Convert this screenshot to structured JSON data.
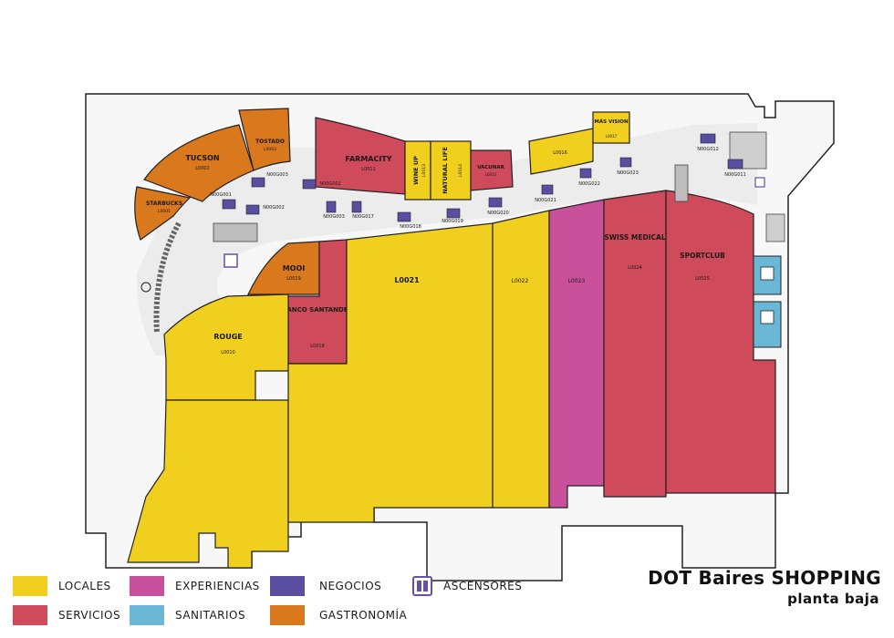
{
  "colors": {
    "locales": "#f0cf1e",
    "servicios": "#cf4a5a",
    "experiencias": "#c9509a",
    "sanitarios": "#6ab8d6",
    "negocios": "#5a4ea0",
    "gastronomia": "#d9781c",
    "ascensores": "#6b4fa1",
    "corridor": "#ececec",
    "outline": "#222222"
  },
  "title": "DOT Baires SHOPPING",
  "subtitle": "planta baja",
  "legend": {
    "locales": "LOCALES",
    "servicios": "SERVICIOS",
    "experiencias": "EXPERIENCIAS",
    "sanitarios": "SANITARIOS",
    "negocios": "NEGOCIOS",
    "gastronomia": "GASTRONOMÍA",
    "ascensores": "ASCENSORES"
  },
  "stores": {
    "tucson": {
      "name": "TUCSON",
      "code": "L0002",
      "category": "gastronomia"
    },
    "tostado": {
      "name": "TOSTADO",
      "code": "L0003",
      "category": "gastronomia"
    },
    "starbucks": {
      "name": "STARBUCKS",
      "code": "L0001",
      "category": "gastronomia"
    },
    "farmacity": {
      "name": "FARMACITY",
      "code": "L0011",
      "category": "servicios"
    },
    "wineup": {
      "name": "WINE UP",
      "code": "L0013",
      "category": "locales"
    },
    "naturallife": {
      "name": "NATURAL LIFE",
      "code": "L0014",
      "category": "locales"
    },
    "vacunar": {
      "name": "VACUNAR",
      "code": "L0015",
      "category": "servicios"
    },
    "l0016": {
      "name": "",
      "code": "L0016",
      "category": "locales"
    },
    "masvision": {
      "name": "MÁS VISION",
      "code": "L0017",
      "category": "locales"
    },
    "mooi": {
      "name": "MOOI",
      "code": "L0019",
      "category": "gastronomia"
    },
    "rouge": {
      "name": "ROUGE",
      "code": "L0010",
      "category": "locales"
    },
    "santander": {
      "name": "BANCO SANTANDER",
      "code": "L0018",
      "category": "servicios"
    },
    "l0021": {
      "name": "",
      "code": "L0021",
      "category": "locales"
    },
    "l0022": {
      "name": "",
      "code": "L0022",
      "category": "locales"
    },
    "l0023": {
      "name": "",
      "code": "L0023",
      "category": "experiencias"
    },
    "swissmedical": {
      "name": "SWISS MEDICAL",
      "code": "L0024",
      "category": "servicios"
    },
    "sportclub": {
      "name": "SPORTCLUB",
      "code": "L0025",
      "category": "servicios"
    }
  },
  "kiosks": [
    {
      "code": "N00G001"
    },
    {
      "code": "N00G003"
    },
    {
      "code": "N00G002"
    },
    {
      "code": "N00G002"
    },
    {
      "code": "N00G003"
    },
    {
      "code": "N00G017"
    },
    {
      "code": "N00G018"
    },
    {
      "code": "N00G019"
    },
    {
      "code": "N00G020"
    },
    {
      "code": "N00G021"
    },
    {
      "code": "N00G022"
    },
    {
      "code": "N00G023"
    },
    {
      "code": "N00G012"
    },
    {
      "code": "N00G011"
    }
  ]
}
